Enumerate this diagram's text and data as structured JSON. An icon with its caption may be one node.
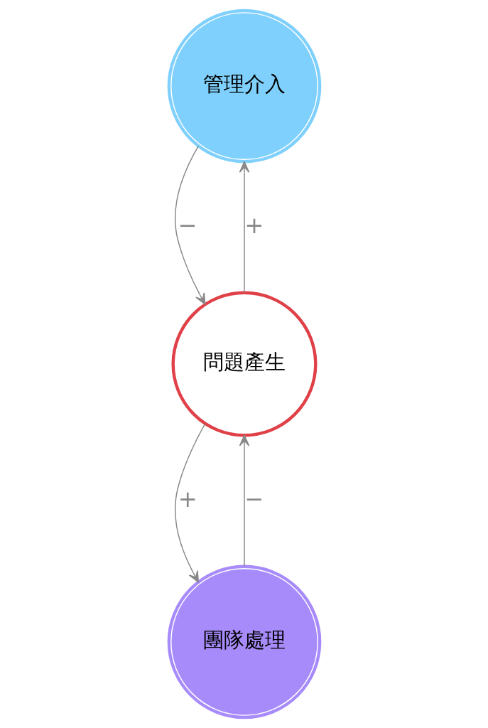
{
  "diagram": {
    "nodes": [
      {
        "text": [
          "管理介入"
        ]
      },
      {
        "text": [
          "問題產生"
        ]
      },
      {
        "text": [
          "團隊處理"
        ]
      }
    ],
    "edges": [
      {
        "from": 0,
        "to": 1,
        "arrow": "to",
        "label": "−"
      },
      {
        "from": 1,
        "to": 0,
        "arrow": "to",
        "label": "+"
      },
      {
        "from": 1,
        "to": 2,
        "arrow": "to",
        "label": "+"
      },
      {
        "from": 2,
        "to": 1,
        "arrow": "to",
        "label": "−"
      }
    ]
  }
}
